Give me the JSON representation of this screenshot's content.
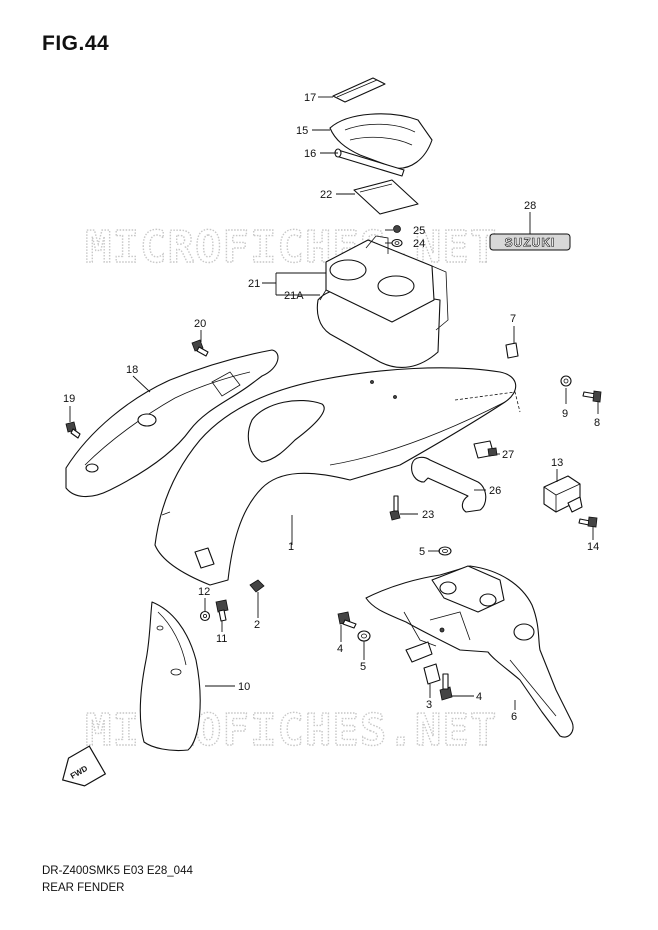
{
  "figure": {
    "title": "FIG.44",
    "code": "DR-Z400SMK5 E03 E28_044",
    "name": "REAR FENDER"
  },
  "watermark": {
    "text": "MICROFICHES.NET",
    "color": "#c8c8c8"
  },
  "badge": {
    "text": "SUZUKI"
  },
  "fwd_arrow": {
    "text": "FWD"
  },
  "callouts": [
    {
      "id": "17",
      "label": "17"
    },
    {
      "id": "15",
      "label": "15"
    },
    {
      "id": "16",
      "label": "16"
    },
    {
      "id": "22",
      "label": "22"
    },
    {
      "id": "25",
      "label": "25"
    },
    {
      "id": "24",
      "label": "24"
    },
    {
      "id": "28",
      "label": "28"
    },
    {
      "id": "21",
      "label": "21"
    },
    {
      "id": "21A",
      "label": "21A"
    },
    {
      "id": "20",
      "label": "20"
    },
    {
      "id": "7",
      "label": "7"
    },
    {
      "id": "18",
      "label": "18"
    },
    {
      "id": "9",
      "label": "9"
    },
    {
      "id": "8",
      "label": "8"
    },
    {
      "id": "19",
      "label": "19"
    },
    {
      "id": "27",
      "label": "27"
    },
    {
      "id": "13",
      "label": "13"
    },
    {
      "id": "26",
      "label": "26"
    },
    {
      "id": "23",
      "label": "23"
    },
    {
      "id": "14",
      "label": "14"
    },
    {
      "id": "1",
      "label": "1"
    },
    {
      "id": "5a",
      "label": "5"
    },
    {
      "id": "12",
      "label": "12"
    },
    {
      "id": "2",
      "label": "2"
    },
    {
      "id": "11",
      "label": "11"
    },
    {
      "id": "4a",
      "label": "4"
    },
    {
      "id": "5b",
      "label": "5"
    },
    {
      "id": "10",
      "label": "10"
    },
    {
      "id": "4b",
      "label": "4"
    },
    {
      "id": "3",
      "label": "3"
    },
    {
      "id": "6",
      "label": "6"
    }
  ]
}
